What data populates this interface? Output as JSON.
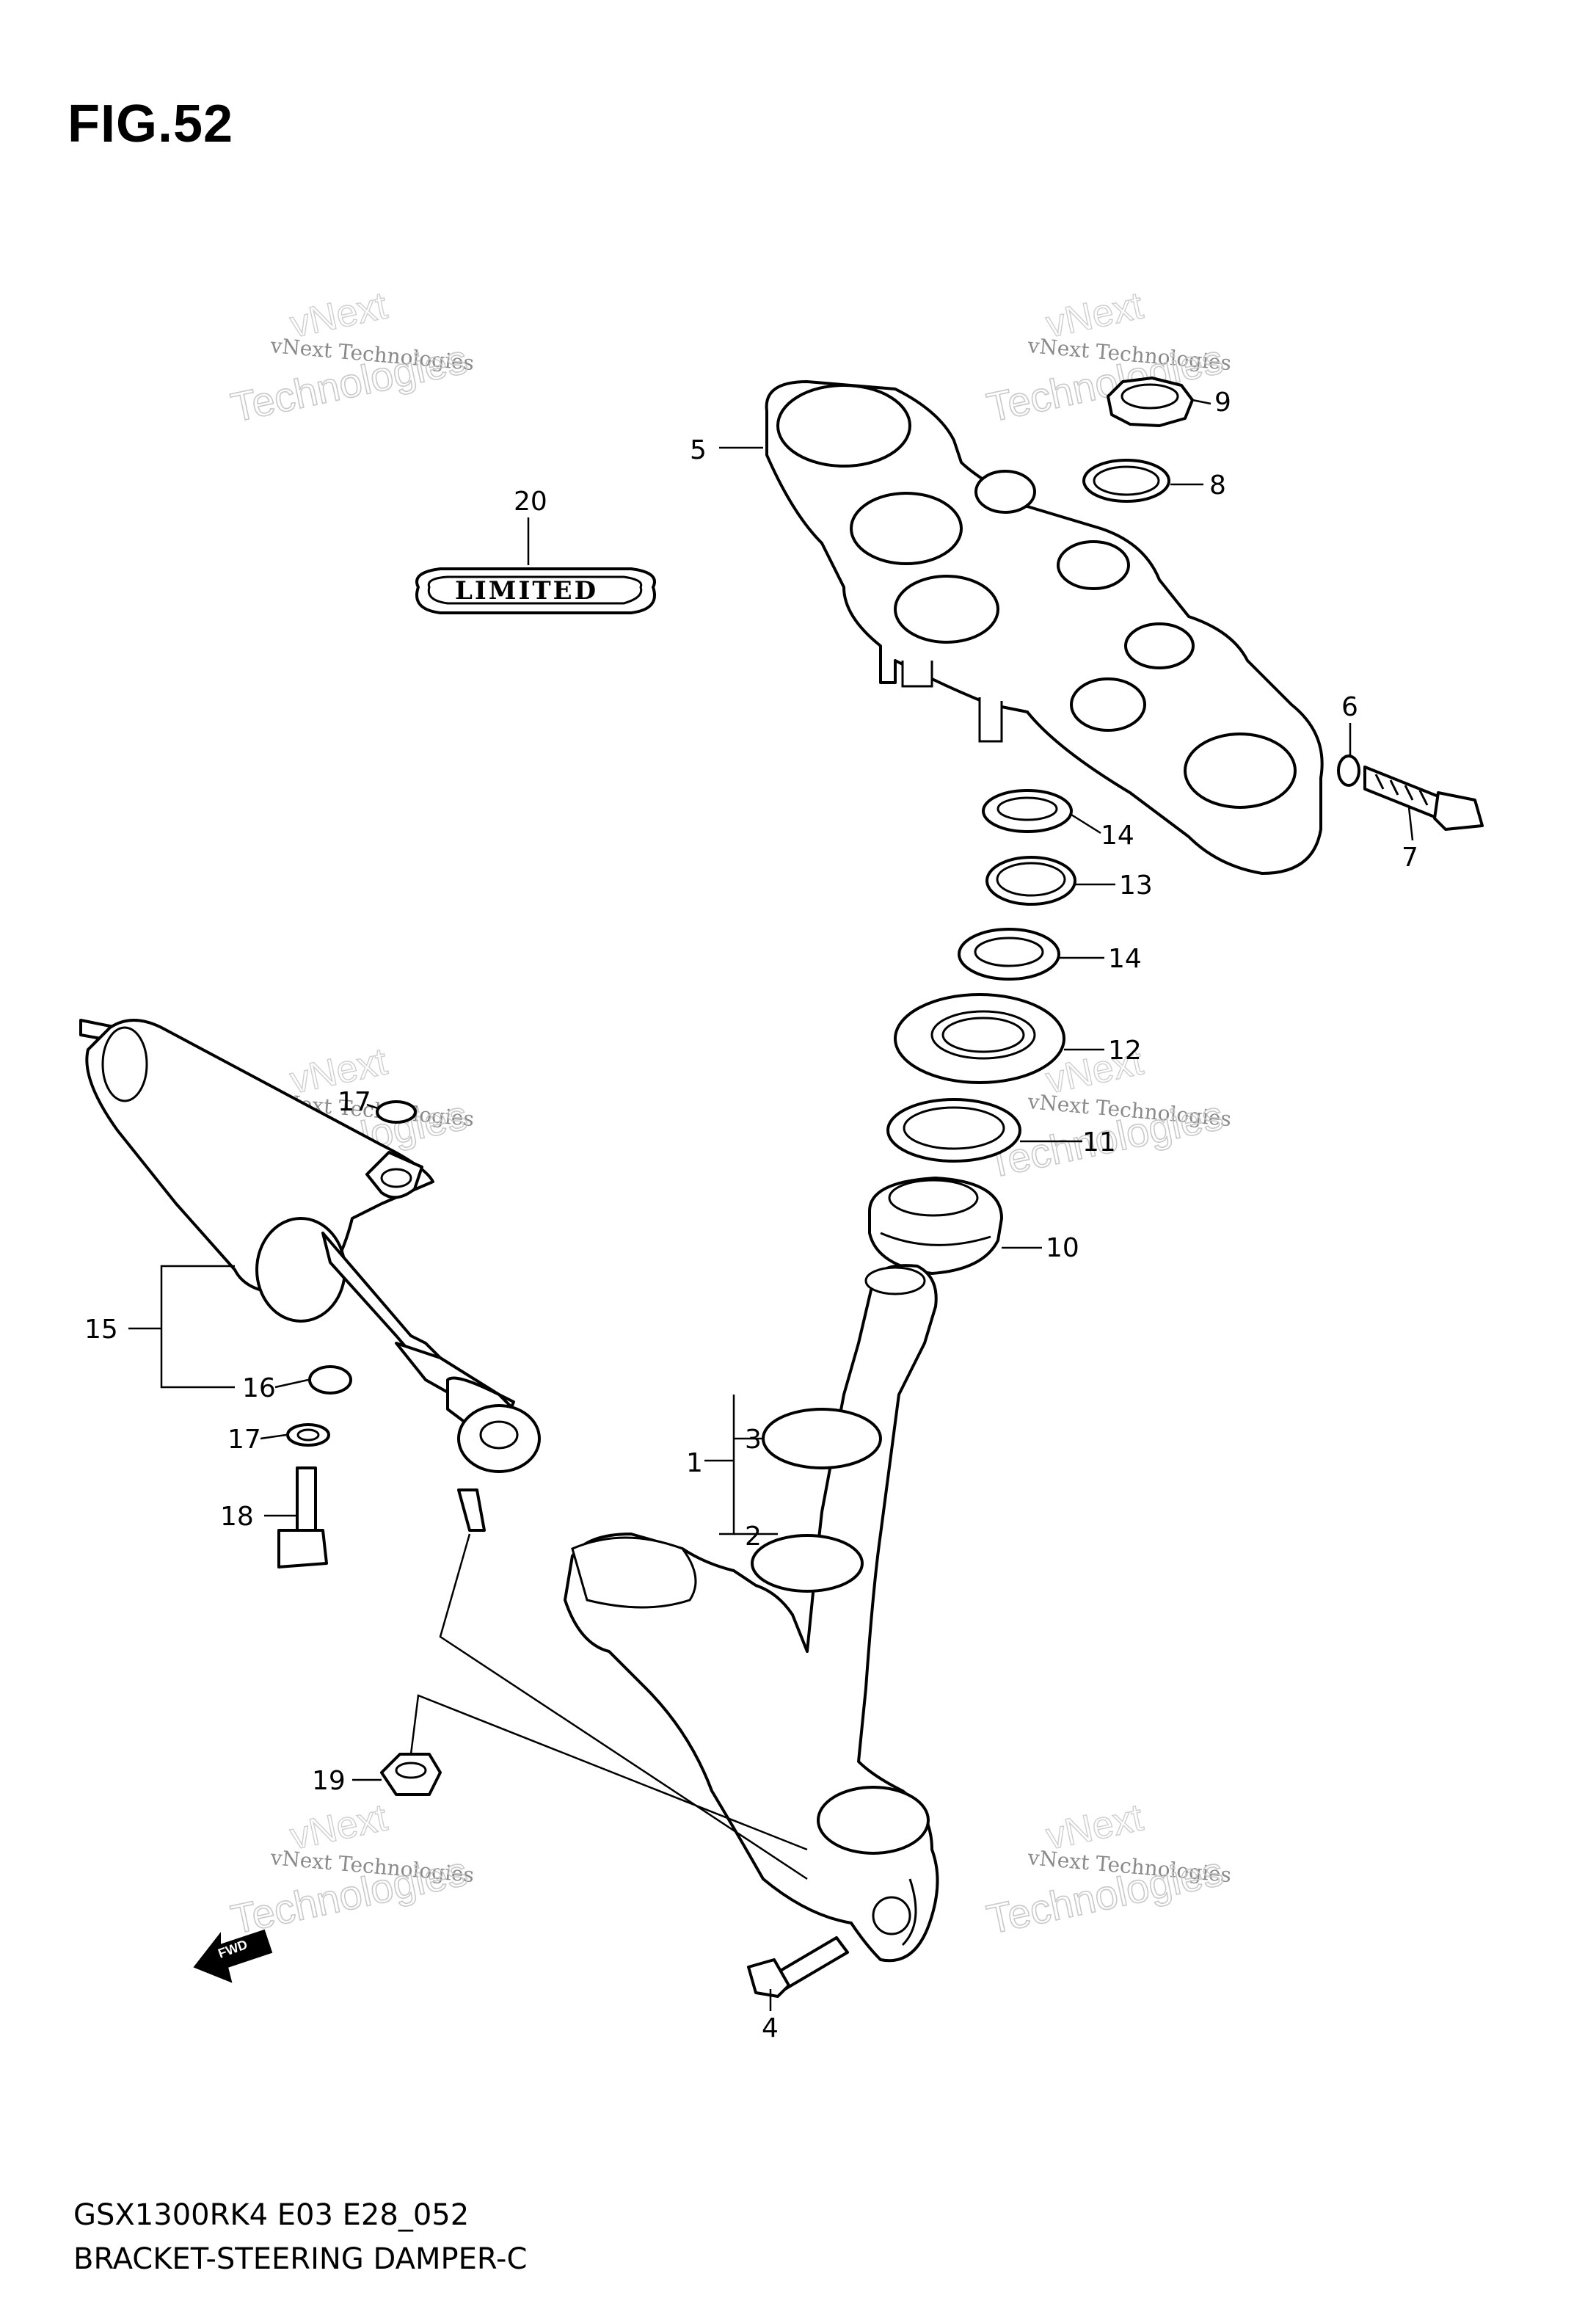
{
  "figure": {
    "title": "FIG.52",
    "model_code": "GSX1300RK4 E03 E28_052",
    "caption": "BRACKET-STEERING DAMPER-C"
  },
  "emblem": {
    "text": "LIMITED"
  },
  "direction_arrow": {
    "text": "FWD"
  },
  "watermark": {
    "line1": "vNext Technologies",
    "line2": "vNext",
    "line3": "Technologies"
  },
  "callouts": {
    "c1": "1",
    "c2": "2",
    "c3": "3",
    "c4": "4",
    "c5": "5",
    "c6": "6",
    "c7": "7",
    "c8": "8",
    "c9": "9",
    "c10": "10",
    "c11": "11",
    "c12": "12",
    "c13": "13",
    "c14a": "14",
    "c14b": "14",
    "c15": "15",
    "c16": "16",
    "c17a": "17",
    "c17b": "17",
    "c18": "18",
    "c19": "19",
    "c20": "20"
  }
}
